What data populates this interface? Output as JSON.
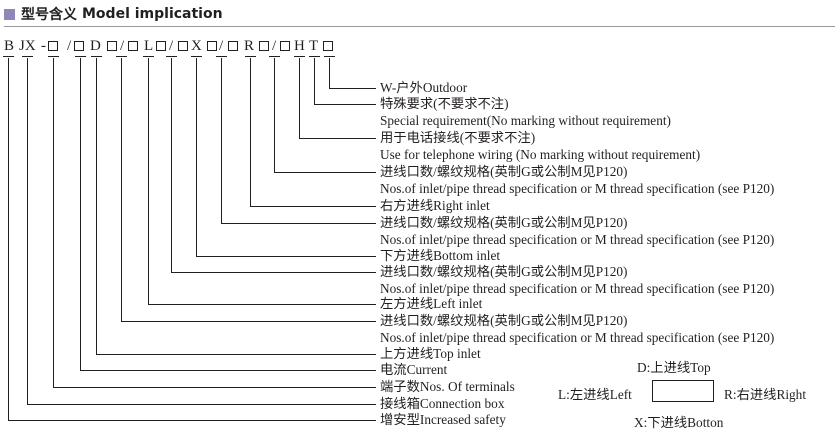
{
  "header": {
    "title": "型号含义",
    "title_en": "Model implication",
    "accent": "#8e87b8"
  },
  "code_parts": [
    "B",
    "JX",
    "-",
    "/",
    "D",
    "/",
    "L",
    "/",
    "X",
    "/",
    "R",
    "/",
    "H",
    "T"
  ],
  "labels": [
    "W-户外Outdoor",
    "特殊要求(不要求不注)",
    "Special requirement(No marking without requirement)",
    "用于电话接线(不要求不注)",
    "Use for telephone wiring (No marking without requirement)",
    "进线口数/螺纹规格(英制G或公制M见P120)",
    "Nos.of inlet/pipe thread specification or M thread specification (see P120)",
    "右方进线Right inlet",
    "进线口数/螺纹规格(英制G或公制M见P120)",
    "Nos.of inlet/pipe thread specification or M thread specification (see P120)",
    "下方进线Bottom inlet",
    "进线口数/螺纹规格(英制G或公制M见P120)",
    "Nos.of inlet/pipe thread specification or M thread specification (see P120)",
    "左方进线Left inlet",
    "进线口数/螺纹规格(英制G或公制M见P120)",
    "Nos.of inlet/pipe thread specification or M thread specification (see P120)",
    "上方进线Top inlet",
    "电流Current",
    "端子数Nos. Of terminals",
    "接线箱Connection box",
    "增安型Increased safety"
  ],
  "legend": {
    "top": "D:上进线Top",
    "left": "L:左进线Left",
    "right": "R:右进线Right",
    "bottom": "X:下进线Botton"
  }
}
